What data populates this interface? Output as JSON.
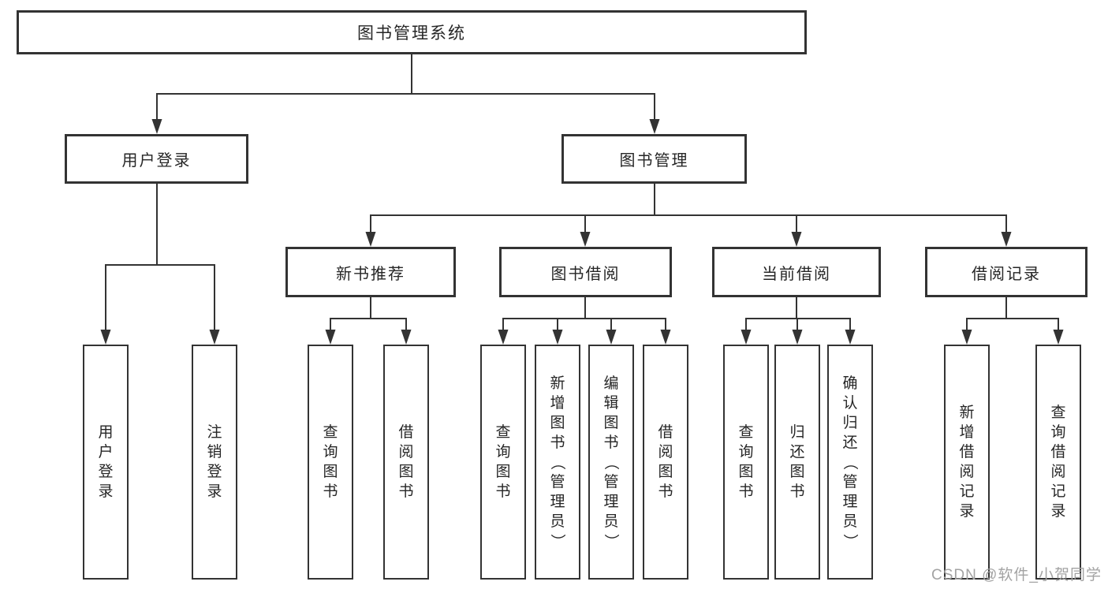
{
  "tree": {
    "root": {
      "label": "图书管理系统",
      "children": [
        {
          "label": "用户登录",
          "children": [
            {
              "label": "用户登录"
            },
            {
              "label": "注销登录"
            }
          ]
        },
        {
          "label": "图书管理",
          "children": [
            {
              "label": "新书推荐",
              "children": [
                {
                  "label": "查询图书"
                },
                {
                  "label": "借阅图书"
                }
              ]
            },
            {
              "label": "图书借阅",
              "children": [
                {
                  "label": "查询图书"
                },
                {
                  "label": "新增图书（管理员）"
                },
                {
                  "label": "编辑图书（管理员）"
                },
                {
                  "label": "借阅图书"
                }
              ]
            },
            {
              "label": "当前借阅",
              "children": [
                {
                  "label": "查询图书"
                },
                {
                  "label": "归还图书"
                },
                {
                  "label": "确认归还（管理员）"
                }
              ]
            },
            {
              "label": "借阅记录",
              "children": [
                {
                  "label": "新增借阅记录"
                },
                {
                  "label": "查询借阅记录"
                }
              ]
            }
          ]
        }
      ]
    }
  },
  "watermark": {
    "text": "CSDN @软件_小贺同学"
  },
  "colors": {
    "line": "#333333",
    "box_border": "#333333",
    "text": "#262626",
    "watermark": "#a3a3a3",
    "background": "#ffffff"
  }
}
